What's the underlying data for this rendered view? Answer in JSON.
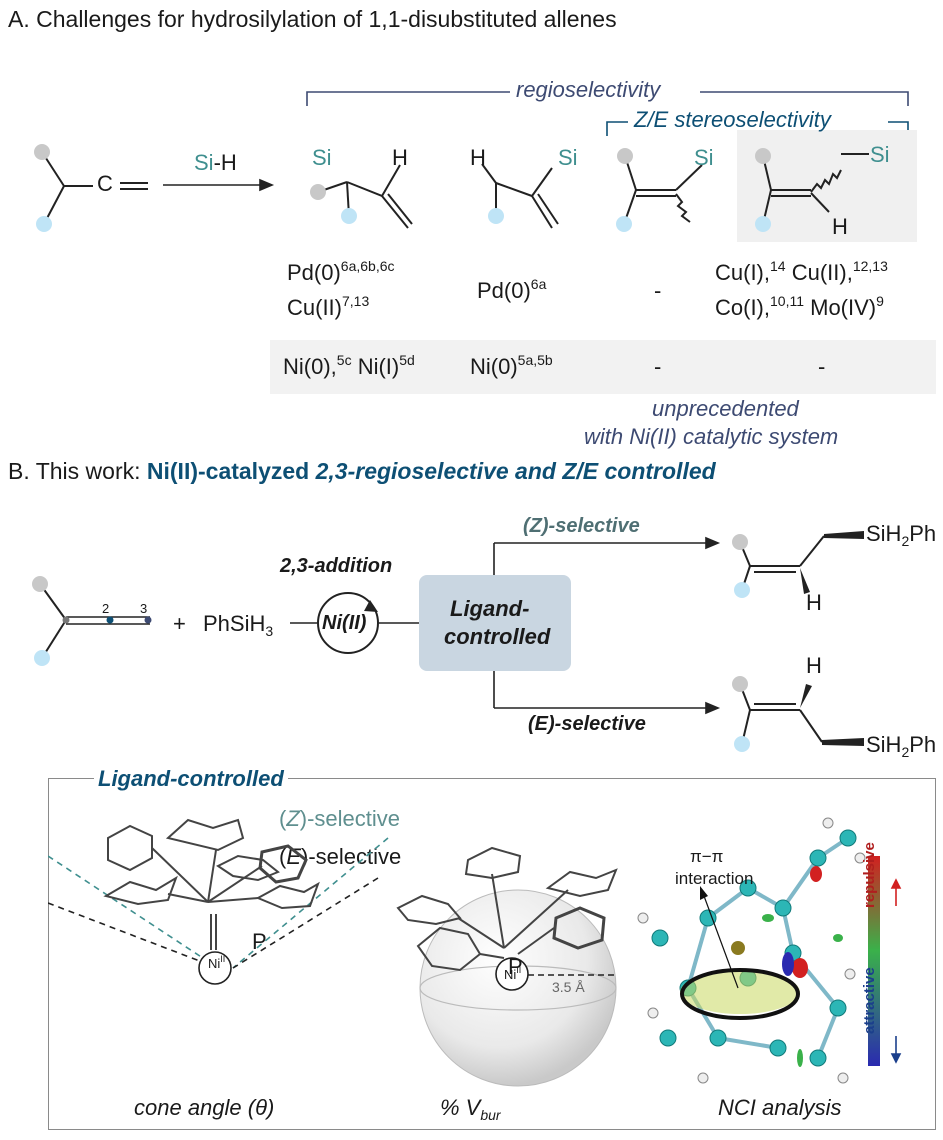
{
  "section_a": {
    "title": "A. Challenges for hydrosilylation of 1,1-disubstituted allenes",
    "regioselectivity": "regioselectivity",
    "zeselectivity": "Z/E stereoselectivity",
    "reagent": "Si-H",
    "reagent_si": "Si",
    "reagent_h": "-H",
    "allene_label": "C",
    "cat_p1_line1": "Pd(0)",
    "cat_p1_line1_sup": "6a,6b,6c",
    "cat_p1_line2": "Cu(II)",
    "cat_p1_line2_sup": "7,13",
    "cat_p2": "Pd(0)",
    "cat_p2_sup": "6a",
    "cat_p3": "-",
    "cat_p4_line1a": "Cu(I),",
    "cat_p4_line1a_sup": "14",
    "cat_p4_line1b": "Cu(II),",
    "cat_p4_line1b_sup": "12,13",
    "cat_p4_line2a": "Co(I),",
    "cat_p4_line2a_sup": "10,11",
    "cat_p4_line2b": "Mo(IV)",
    "cat_p4_line2b_sup": "9",
    "ni_p1a": "Ni(0),",
    "ni_p1a_sup": "5c",
    "ni_p1b": "Ni(I)",
    "ni_p1b_sup": "5d",
    "ni_p2": "Ni(0)",
    "ni_p2_sup": "5a,5b",
    "ni_p3": "-",
    "ni_p4": "-",
    "unprecedented_line1": "unprecedented",
    "unprecedented_line2": "with Ni(II) catalytic system"
  },
  "section_b": {
    "title_prefix": "B. This work: ",
    "title_bold": "Ni(II)-catalyzed ",
    "title_bold_italic": "2,3-regioselective and Z/E controlled",
    "addition": "2,3-addition",
    "reagent": "PhSiH",
    "reagent_sub": "3",
    "plus": "+",
    "catalyst": "Ni(II)",
    "ligand_box_line1": "Ligand-",
    "ligand_box_line2": "controlled",
    "z_selective": "(Z)-selective",
    "e_selective": "(E)-selective",
    "product_si_prefix": "SiH",
    "product_si_sub": "2",
    "product_si_suffix": "Ph",
    "h_label": "H",
    "pos2": "2",
    "pos3": "3"
  },
  "panel": {
    "title": "Ligand-controlled",
    "legend_z_open": "(",
    "legend_z_letter": "Z",
    "legend_z_rest": ")-selective",
    "legend_e_open": "(",
    "legend_e_letter": "E",
    "legend_e_rest": ")-selective",
    "cone_caption": "cone angle (θ)",
    "vbur_caption_prefix": "% V",
    "vbur_caption_sub": "bur",
    "nci_caption": "NCI analysis",
    "pi_label": "π−π",
    "interaction_label": "interaction",
    "repulsive": "repulsive",
    "attractive": "attractive",
    "distance": "3.5 Å",
    "p_label": "P",
    "ni_label": "Ni",
    "ni_sup": "II"
  },
  "colors": {
    "teal": "#3f8f8f",
    "navy": "#0d4f74",
    "slate": "#3d4a72",
    "grey_sub": "#c8c8c8",
    "blue_sub": "#bfe4f6",
    "ligand_box": "#c9d6e1"
  }
}
